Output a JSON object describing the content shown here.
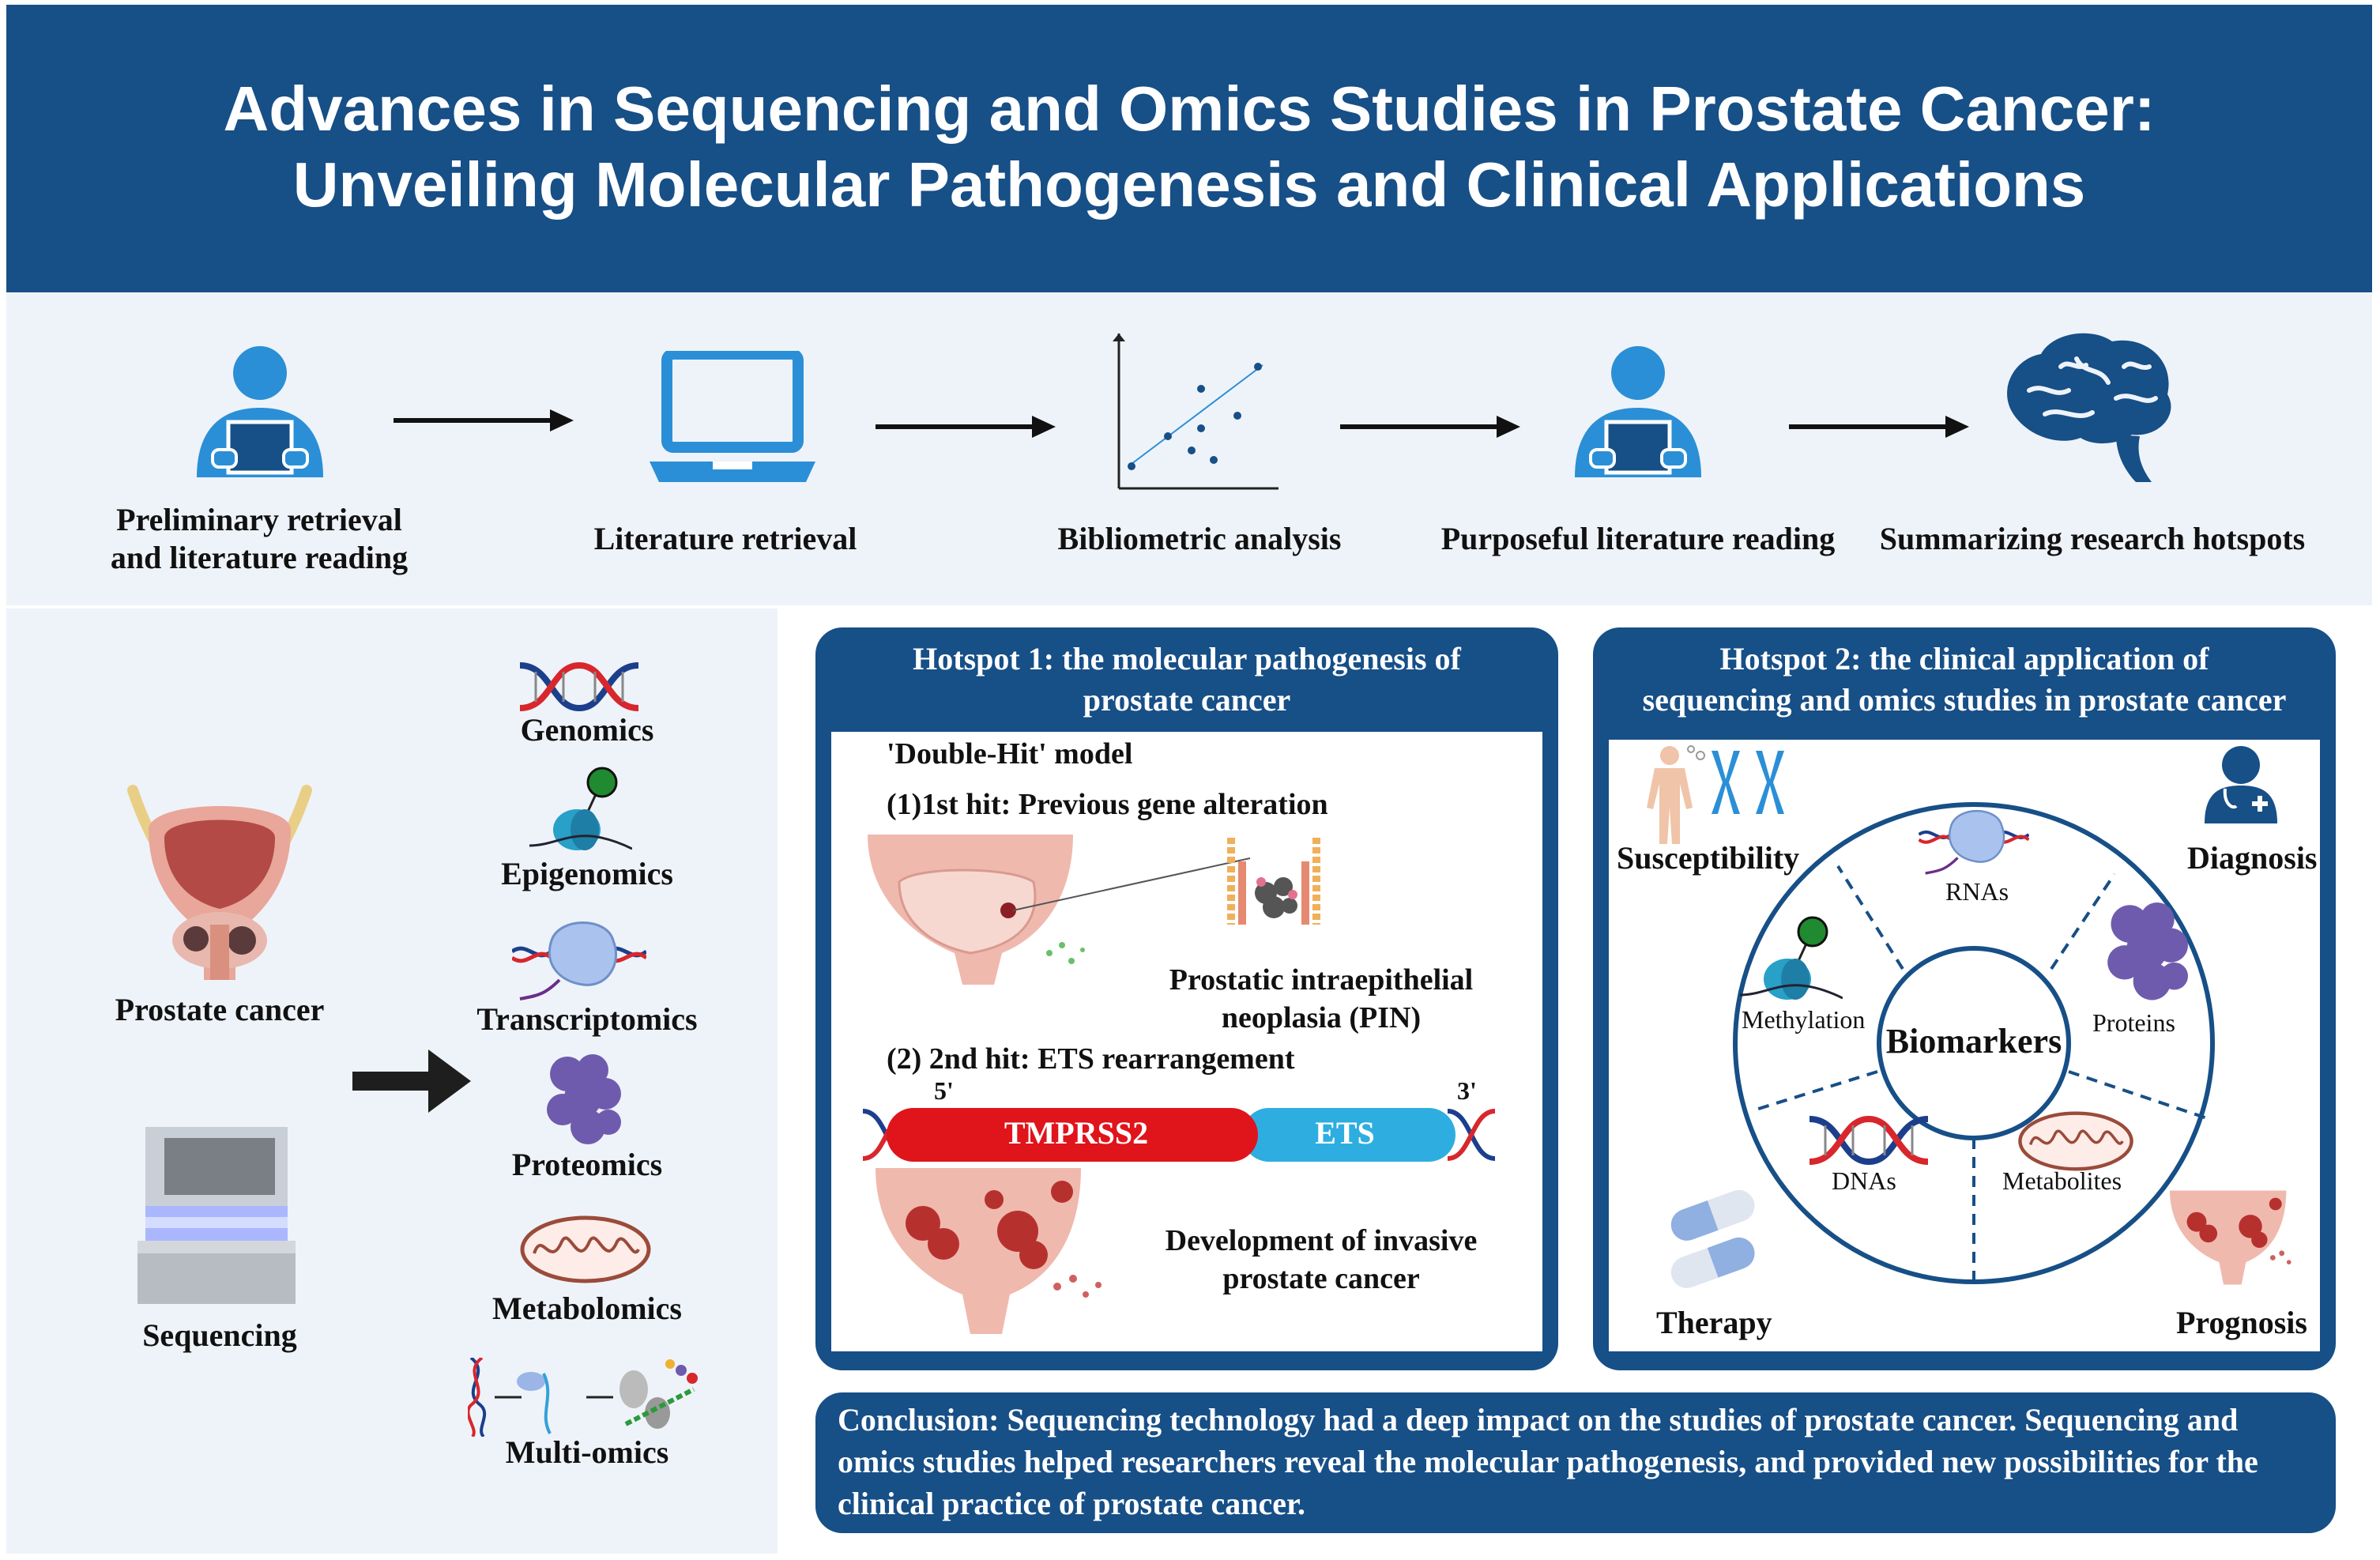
{
  "header": {
    "title_line1": "Advances in Sequencing and Omics Studies in Prostate Cancer:",
    "title_line2": "Unveiling Molecular Pathogenesis and Clinical Applications"
  },
  "workflow": {
    "step1_line1": "Preliminary retrieval",
    "step1_line2": "and literature reading",
    "step2": "Literature retrieval",
    "step3": "Bibliometric analysis",
    "step4": "Purposeful literature reading",
    "step5": "Summarizing research hotspots"
  },
  "left_panel": {
    "prostate_cancer": "Prostate cancer",
    "sequencing": "Sequencing",
    "omics": [
      "Genomics",
      "Epigenomics",
      "Transcriptomics",
      "Proteomics",
      "Metabolomics",
      "Multi-omics"
    ]
  },
  "hotspot1": {
    "title_line1": "Hotspot 1: the molecular pathogenesis of",
    "title_line2": "prostate cancer",
    "model": "'Double-Hit' model",
    "hit1": "(1)1st hit: Previous gene alteration",
    "pin_line1": "Prostatic intraepithelial",
    "pin_line2": "neoplasia (PIN)",
    "hit2": "(2) 2nd hit: ETS rearrangement",
    "five_prime": "5'",
    "three_prime": "3'",
    "gene1": "TMPRSS2",
    "gene2": "ETS",
    "dev_line1": "Development of invasive",
    "dev_line2": "prostate cancer"
  },
  "hotspot2": {
    "title_line1": "Hotspot 2: the clinical application of",
    "title_line2": "sequencing and omics studies in prostate cancer",
    "susceptibility": "Susceptibility",
    "diagnosis": "Diagnosis",
    "therapy": "Therapy",
    "prognosis": "Prognosis",
    "biomarkers": "Biomarkers",
    "rnas": "RNAs",
    "methylation": "Methylation",
    "proteins": "Proteins",
    "dnas": "DNAs",
    "metabolites": "Metabolites"
  },
  "conclusion": {
    "text": "Conclusion: Sequencing technology had a deep impact on the studies of prostate cancer. Sequencing and omics studies helped researchers reveal the molecular pathogenesis, and provided new possibilities for the clinical practice of prostate cancer."
  },
  "colors": {
    "navy": "#174f87",
    "light_panel": "#eef3f9",
    "icon_blue": "#2a8fd6",
    "tmprss2_red": "#e0141b",
    "ets_blue": "#2eaee0"
  },
  "icons": [
    "person-reading-icon",
    "laptop-icon",
    "scatter-plot-icon",
    "brain-icon",
    "dna-icon",
    "methylation-icon",
    "rna-polymerase-icon",
    "protein-icon",
    "mitochondrion-icon",
    "sequencer-icon",
    "prostate-icon",
    "doctor-icon",
    "pills-icon",
    "chromosome-icon",
    "human-body-icon"
  ]
}
